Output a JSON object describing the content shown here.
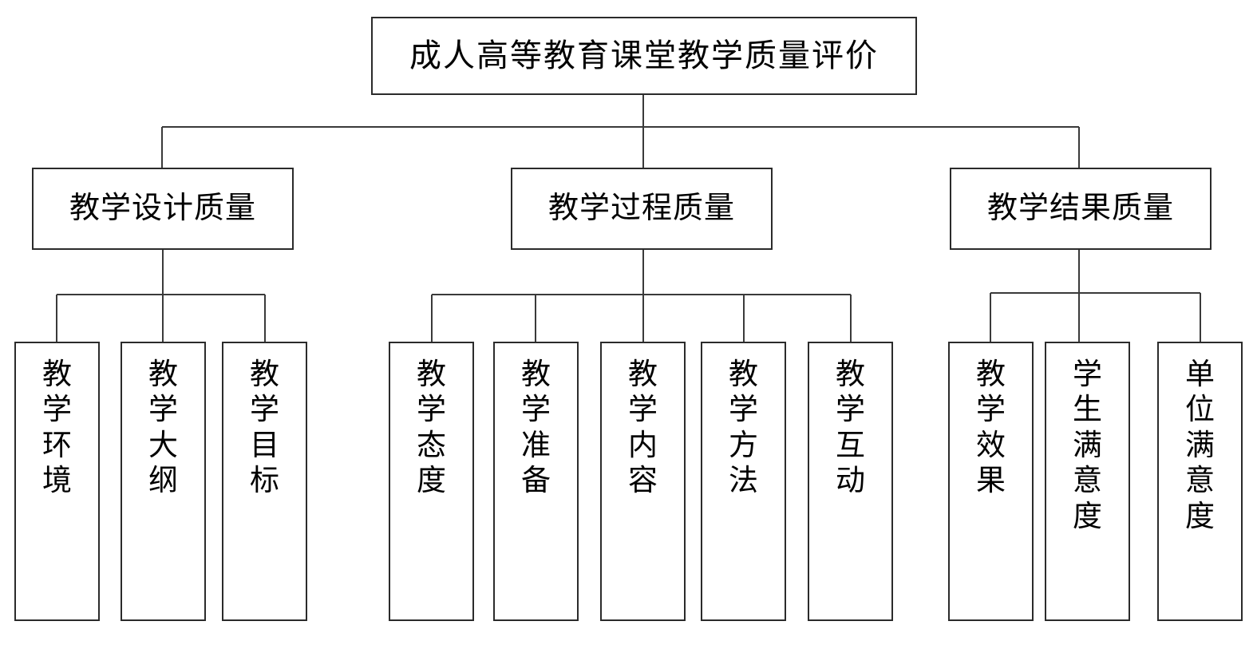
{
  "diagram": {
    "title": "成人高等教育课堂教学质量评价",
    "orientation": "top-down",
    "levels": 3,
    "root": {
      "label": "成人高等教育课堂教学质量评价"
    },
    "branches": [
      {
        "label": "教学设计质量",
        "leaves": [
          {
            "label": "教学环境"
          },
          {
            "label": "教学大纲"
          },
          {
            "label": "教学目标"
          }
        ]
      },
      {
        "label": "教学过程质量",
        "leaves": [
          {
            "label": "教学态度"
          },
          {
            "label": "教学准备"
          },
          {
            "label": "教学内容"
          },
          {
            "label": "教学方法"
          },
          {
            "label": "教学互动"
          }
        ]
      },
      {
        "label": "教学结果质量",
        "leaves": [
          {
            "label": "教学效果"
          },
          {
            "label": "学生满意度"
          },
          {
            "label": "单位满意度"
          }
        ]
      }
    ],
    "colors": {
      "background": "#ffffff",
      "border": "#2b2b2b",
      "connector": "#3a3a3a",
      "text": "#000000"
    }
  }
}
